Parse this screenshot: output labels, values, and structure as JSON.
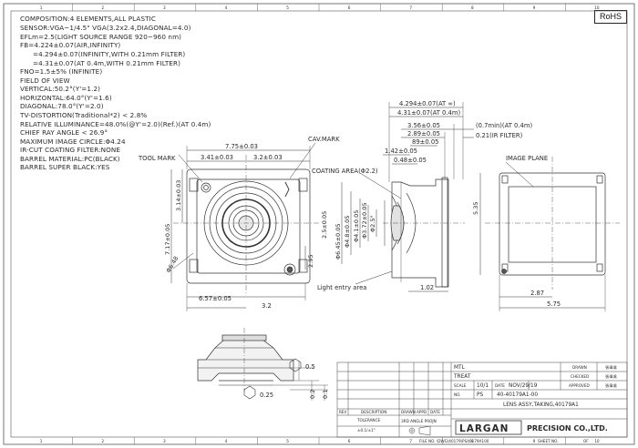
{
  "rohs_label": "RoHS",
  "specs": [
    "COMPOSITION:4 ELEMENTS,ALL PLASTIC",
    "SENSOR:VGA~1/4.5\" VGA(3.2x2.4,DIAGONAL=4.0)",
    "EFLm=2.5(LIGHT SOURCE RANGE 920~960 nm)",
    "FB=4.224±0.07(AIR,INFINITY)",
    "=4.294±0.07(INFINITY,WITH 0.21mm FILTER)",
    "=4.31±0.07(AT 0.4m,WITH 0.21mm FILTER)",
    "FNO=1.5±5% (INFINITE)",
    "FIELD OF VIEW",
    "VERTICAL:50.2°(Y'=1.2)",
    "HORIZONTAL:64.0°(Y'=1.6)",
    "DIAGONAL:78.0°(Y'=2.0)",
    "TV-DISTORTION(Traditional*2) < 2.8%",
    "RELATIVE ILLUMINANCE=48.0%(@Y'=2.0)(Ref.)(AT 0.4m)",
    "CHIEF RAY ANGLE < 26.9°",
    "MAXIMUM IMAGE CIRCLE:Φ4.24",
    "IR-CUT COATING FILTER:NONE",
    "BARREL MATERIAL:PC(BLACK)",
    "BARREL SUPER BLACK:YES"
  ],
  "grid_top": [
    "1",
    "2",
    "3",
    "4",
    "5",
    "6",
    "7",
    "8",
    "9",
    "10"
  ],
  "grid_bottom": [
    "1",
    "2",
    "3",
    "4",
    "5",
    "6",
    "7",
    "8",
    "9",
    "10"
  ],
  "front_view": {
    "width_dim": "7.75±0.03",
    "left_dim": "3.41±0.03",
    "right_dim": "3.2±0.03",
    "tool_mark": "TOOL MARK",
    "cav_mark": "CAV.MARK",
    "height_dim": "7.17±0.05",
    "upper_dim": "3.14±0.03",
    "hole_dim": "Φ6.48",
    "bottom_dim": "6.57±0.05",
    "center_dim": "3.2",
    "small_dim": "2.95"
  },
  "side_view": {
    "fb_inf": "4.294±0.07(AT ∞)",
    "fb_near": "4.31±0.07(AT 0.4m)",
    "d1": "3.56±0.05",
    "d2": "2.89±0.05",
    "d3": "89±0.05",
    "d4": "1.42±0.05",
    "d5": "0.48±0.05",
    "min_label": "(0.7min)(AT 0.4m)",
    "ir_label": "0.21(IR FILTER)",
    "coating": "COATING AREA(Φ2.2)",
    "dia1": "Φ6.45±0.05",
    "dia2": "Φ4.8±0.05",
    "dia3": "Φ4.1±0.05",
    "dia4": "Φ3.72±0.05",
    "dia5": "Φ2.5°",
    "dia6": "2.5±0.05",
    "light_entry": "Light entry area",
    "bottom_dim": "1.02"
  },
  "rear_view": {
    "image_plane": "IMAGE PLANE",
    "h_dim": "5.35",
    "w1": "2.87",
    "w2": "5.75"
  },
  "section_view": {
    "d1": "0.5",
    "d2": "0.25",
    "d3": "0.2",
    "d4": "0.1"
  },
  "title_block": {
    "mtl": "MTL",
    "treat": "TREAT",
    "scale_label": "SCALE",
    "scale_value": "10/1",
    "date_label": "DATE",
    "date_value": "NOV/29/19",
    "no_label": "NO.",
    "unit_value": "PS",
    "dwg_no": "40-40179A1-00",
    "drawn": "DRAWN",
    "checked": "CHECKED",
    "approved": "APPROVED",
    "sign1": "張偉鴻",
    "sign2": "張偉鴻",
    "sign3": "張偉鴻",
    "title": "LENS ASSY,TAKING,40179A1",
    "rev": "REV",
    "description": "DESCRIPTION",
    "drawn_col": "DRAWN",
    "appd": "APPD",
    "date_col": "DATE",
    "tolerance_label": "TOLERANCE",
    "tolerance_value": "±0.1/±1°",
    "projection": "3RD ANGLE PROJN",
    "company_logo": "LARGAN",
    "company_rest": "PRECISION CO.,LTD.",
    "file_no": "FILE NO. \\DWG\\40179\\PS40179A100",
    "sheet_no": "SHEET NO.",
    "sheet_of": "OF"
  }
}
